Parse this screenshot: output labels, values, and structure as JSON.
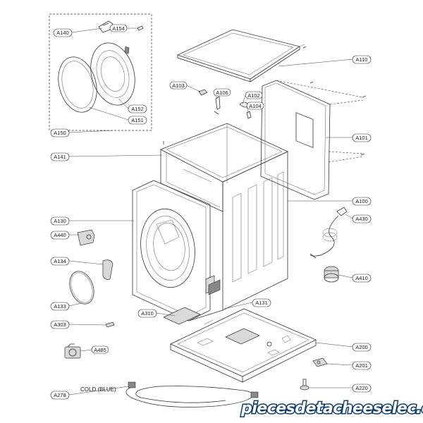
{
  "labels": {
    "a140": "A140",
    "a154": "A154",
    "a110": "A110",
    "a103": "A103",
    "a106": "A106",
    "a102": "A102",
    "a104": "A104",
    "a152": "A152",
    "a151": "A151",
    "a150": "A150",
    "a101": "A101",
    "a141": "A141",
    "a100": "A100",
    "a130": "A130",
    "a430": "A430",
    "a440": "A440",
    "a134": "A134",
    "a410": "A410",
    "a133": "A133",
    "a131": "A131",
    "a310": "A310",
    "a303": "A303",
    "a200": "A200",
    "a485": "A485",
    "a201": "A201",
    "a278": "A278",
    "a220": "A220"
  },
  "notes": {
    "cold_hose": "COLD (BLUE)"
  },
  "watermark": "piecesdetacheeselec.com",
  "colors": {
    "line": "#333333",
    "watermark_outline": "#0b3d6e",
    "background": "#ffffff"
  }
}
